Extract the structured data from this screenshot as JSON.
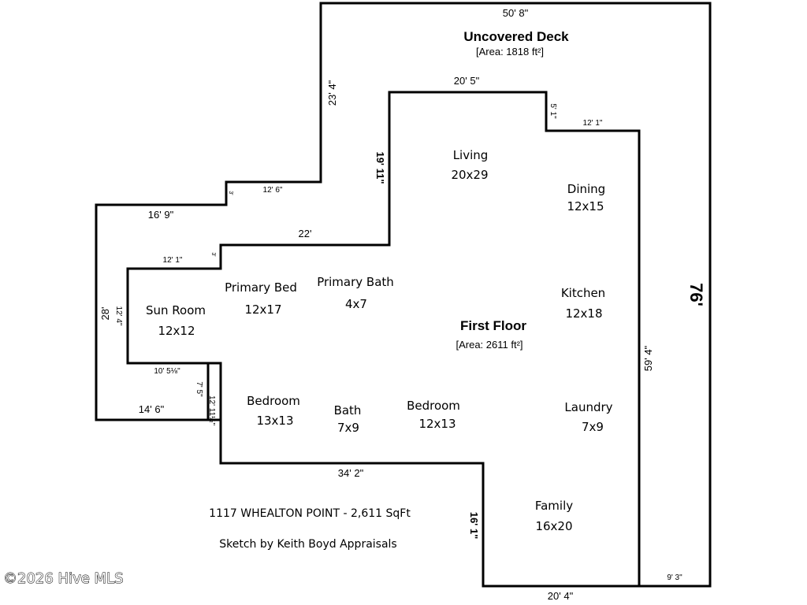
{
  "deck": {
    "title": "Uncovered Deck",
    "area": "[Area: 1818 ft²]"
  },
  "floor": {
    "title": "First Floor",
    "area": "[Area: 2611 ft²]"
  },
  "rooms": {
    "living": {
      "name": "Living",
      "size": "20x29"
    },
    "dining": {
      "name": "Dining",
      "size": "12x15"
    },
    "kitchen": {
      "name": "Kitchen",
      "size": "12x18"
    },
    "primary_bed": {
      "name": "Primary Bed",
      "size": "12x17"
    },
    "primary_bath": {
      "name": "Primary Bath",
      "size": "4x7"
    },
    "sun_room": {
      "name": "Sun Room",
      "size": "12x12"
    },
    "bedroom_1": {
      "name": "Bedroom",
      "size": "13x13"
    },
    "bath": {
      "name": "Bath",
      "size": "7x9"
    },
    "bedroom_2": {
      "name": "Bedroom",
      "size": "12x13"
    },
    "laundry": {
      "name": "Laundry",
      "size": "7x9"
    },
    "family": {
      "name": "Family",
      "size": "16x20"
    }
  },
  "dimensions": {
    "deck_top": "50' 8\"",
    "deck_right": "76'",
    "deck_left_upper": "23' 4\"",
    "deck_step_small": "3'",
    "deck_step_12_6": "12' 6\"",
    "deck_left_top": "16' 9\"",
    "deck_left_side": "28'",
    "deck_bottom_left": "14' 6\"",
    "deck_bottom_right": "9' 3\"",
    "house_top": "20' 5\"",
    "house_left_upper": "19' 11\"",
    "house_step_5_1": "5' 1\"",
    "house_top_right": "12' 1\"",
    "house_22": "22'",
    "house_step_3": "3'",
    "house_12_1_left": "12' 1\"",
    "house_sun_side": "12' 4\"",
    "house_sun_bottom": "10' 5⅛\"",
    "house_7_5": "7' 5\"",
    "house_12_11": "12' 11½\"",
    "house_right": "59' 4\"",
    "house_bottom": "34' 2\"",
    "house_family_side": "16' 1\"",
    "house_family_bottom": "20' 4\""
  },
  "info": {
    "address": "1117 WHEALTON POINT - 2,611 SqFt",
    "sketch_by": "Sketch by Keith Boyd Appraisals"
  },
  "copyright": "©2026 Hive MLS"
}
